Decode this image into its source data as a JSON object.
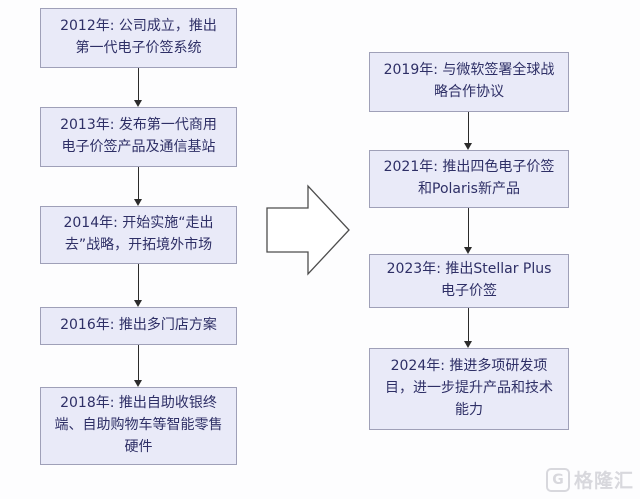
{
  "diagram": {
    "type": "flowchart-timeline",
    "left_column": [
      {
        "year": "2012",
        "label": "2012年: 公司成立，推出第一代电子价签系统"
      },
      {
        "year": "2013",
        "label": "2013年: 发布第一代商用电子价签产品及通信基站"
      },
      {
        "year": "2014",
        "label": "2014年: 开始实施“走出去”战略，开拓境外市场"
      },
      {
        "year": "2016",
        "label": "2016年: 推出多门店方案"
      },
      {
        "year": "2018",
        "label": "2018年: 推出自助收银终端、自助购物车等智能零售硬件"
      }
    ],
    "right_column": [
      {
        "year": "2019",
        "label": "2019年: 与微软签署全球战略合作协议"
      },
      {
        "year": "2021",
        "label": "2021年: 推出四色电子价签和Polaris新产品"
      },
      {
        "year": "2023",
        "label": "2023年: 推出Stellar Plus电子价签"
      },
      {
        "year": "2024",
        "label": "2024年: 推进多项研发项目，进一步提升产品和技术能力"
      }
    ],
    "flow_direction": "left-column top-to-bottom, big arrow to right-column top-to-bottom"
  },
  "watermark": {
    "logo_letter": "G",
    "brand": "格隆汇"
  },
  "colors": {
    "page_bg": "#fdfdfe",
    "box_fill": "#e9eaf8",
    "box_border": "#9fa0b8",
    "box_text": "#2e2f66",
    "connector": "#2b2b2b",
    "big_arrow_fill": "#ffffff",
    "big_arrow_border": "#4d4d4d",
    "watermark": "#d7d7dc"
  }
}
